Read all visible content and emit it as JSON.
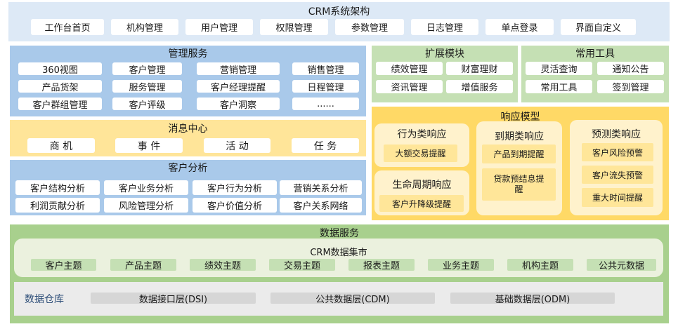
{
  "top": {
    "title": "CRM系统架构",
    "items": [
      "工作台首页",
      "机构管理",
      "用户管理",
      "权限管理",
      "参数管理",
      "日志管理",
      "单点登录",
      "界面自定义"
    ]
  },
  "management": {
    "title": "管理服务",
    "items": [
      "360视图",
      "客户管理",
      "营销管理",
      "销售管理",
      "产品货架",
      "服务管理",
      "客户经理提醒",
      "日程管理",
      "客户群组管理",
      "客户评级",
      "客户洞察",
      "......"
    ]
  },
  "message": {
    "title": "消息中心",
    "items": [
      "商 机",
      "事 件",
      "活 动",
      "任 务"
    ]
  },
  "customer_analysis": {
    "title": "客户分析",
    "items": [
      "客户结构分析",
      "客户业务分析",
      "客户行为分析",
      "营销关系分析",
      "利润贡献分析",
      "风险管理分析",
      "客户价值分析",
      "客户关系网络"
    ]
  },
  "extension": {
    "title": "扩展模块",
    "items": [
      "绩效管理",
      "财富理财",
      "资讯管理",
      "增值服务"
    ]
  },
  "tools": {
    "title": "常用工具",
    "items": [
      "灵活查询",
      "通知公告",
      "常用工具",
      "签到管理"
    ]
  },
  "response": {
    "title": "响应模型",
    "behavior": {
      "title": "行为类响应",
      "items": [
        "大额交易提醒"
      ]
    },
    "lifecycle": {
      "title": "生命周期响应",
      "items": [
        "客户升降级提醒"
      ]
    },
    "expiry": {
      "title": "到期类响应",
      "items": [
        "产品到期提醒",
        "贷款预结息提醒"
      ]
    },
    "forecast": {
      "title": "预测类响应",
      "items": [
        "客户风险预警",
        "客户流失预警",
        "重大时间提醒"
      ]
    }
  },
  "data_service": {
    "title": "数据服务",
    "mart": {
      "title": "CRM数据集市",
      "items": [
        "客户主题",
        "产品主题",
        "绩效主题",
        "交易主题",
        "报表主题",
        "业务主题",
        "机构主题",
        "公共元数据"
      ]
    },
    "warehouse": {
      "label": "数据仓库",
      "items": [
        "数据接口层(DSI)",
        "公共数据层(CDM)",
        "基础数据层(ODM)"
      ]
    }
  },
  "colors": {
    "top_bg": "#dde9f6",
    "blue_bg": "#a9c9ea",
    "yellow_bg": "#ffe599",
    "green_bg": "#c5e0b4",
    "response_bg": "#ffd966",
    "data_bg": "#a8d08d"
  }
}
